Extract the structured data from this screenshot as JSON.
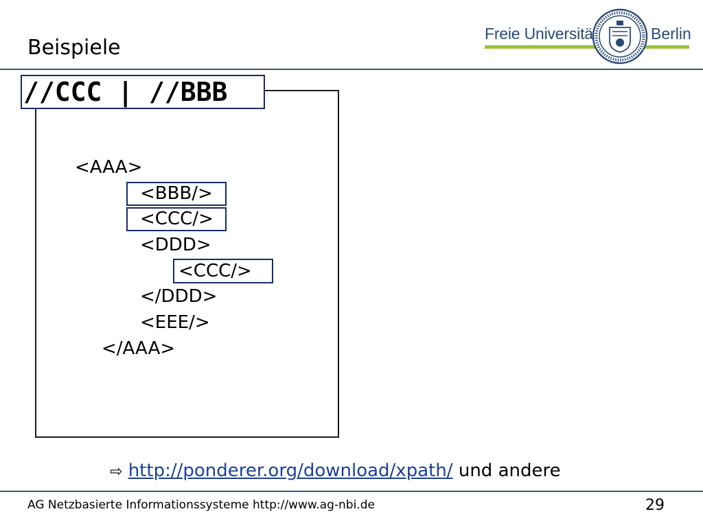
{
  "slide": {
    "title": "Beispiele",
    "xpath_query": "//CCC | //BBB",
    "xml_lines": [
      "<AAA>",
      "<BBB/>",
      "<CCC/>",
      "<DDD>",
      "<CCC/>",
      "</DDD>",
      "<EEE/>",
      "</AAA>"
    ],
    "reference": {
      "bullet_icon": "arrow-right-icon",
      "bullet_glyph": "⇨",
      "link_text": "http://ponderer.org/download/xpath/",
      "suffix": " und andere"
    }
  },
  "logo": {
    "text_left": "Freie Universität",
    "text_right": "Berlin",
    "text_color": "#2b4a76",
    "accent_color": "#9cc23b",
    "seal_icon": "university-seal-icon"
  },
  "footer": {
    "text": "AG Netzbasierte Informationssysteme http://www.ag-nbi.de",
    "page_number": "29"
  },
  "colors": {
    "rule": "#3c5571",
    "highlight_border": "#1a2a6a",
    "link": "#1a3f9e"
  }
}
